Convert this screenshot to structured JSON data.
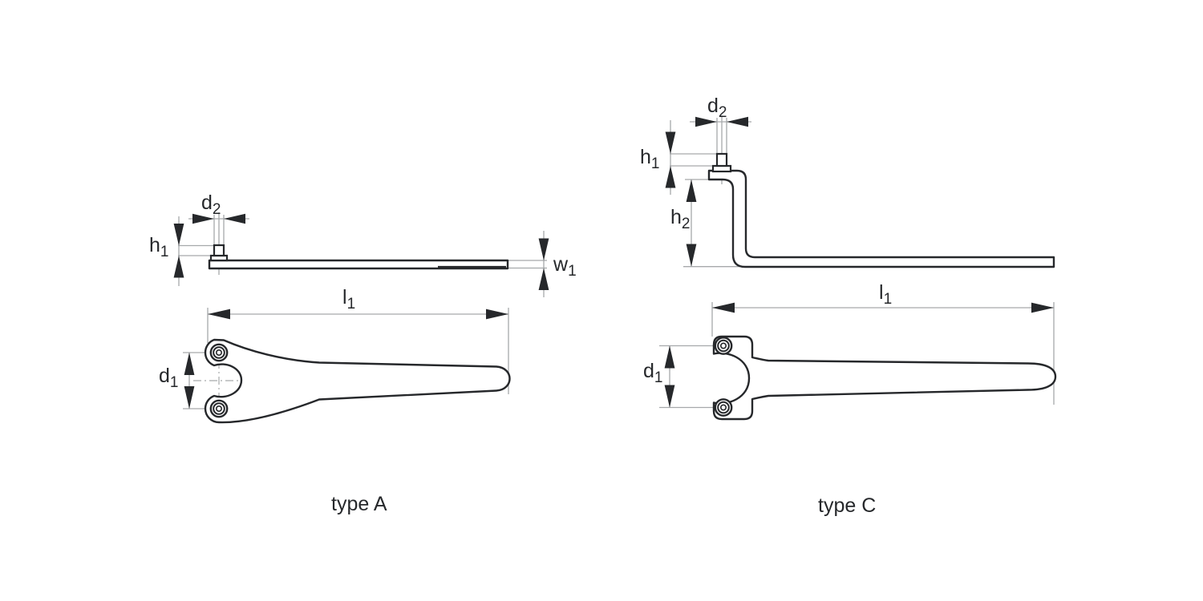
{
  "figure": {
    "background_color": "#ffffff",
    "outline_color": "#26282b",
    "dimension_line_color": "#a6a9ab",
    "diagrams": [
      {
        "id": "type-a",
        "caption": "type A",
        "labels": {
          "d2": {
            "main": "d",
            "sub": "2"
          },
          "h1": {
            "main": "h",
            "sub": "1"
          },
          "w1": {
            "main": "w",
            "sub": "1"
          },
          "l1": {
            "main": "l",
            "sub": "1"
          },
          "d1": {
            "main": "d",
            "sub": "1"
          }
        }
      },
      {
        "id": "type-c",
        "caption": "type C",
        "labels": {
          "d2": {
            "main": "d",
            "sub": "2"
          },
          "h1": {
            "main": "h",
            "sub": "1"
          },
          "h2": {
            "main": "h",
            "sub": "2"
          },
          "l1": {
            "main": "l",
            "sub": "1"
          },
          "d1": {
            "main": "d",
            "sub": "1"
          }
        }
      }
    ]
  }
}
